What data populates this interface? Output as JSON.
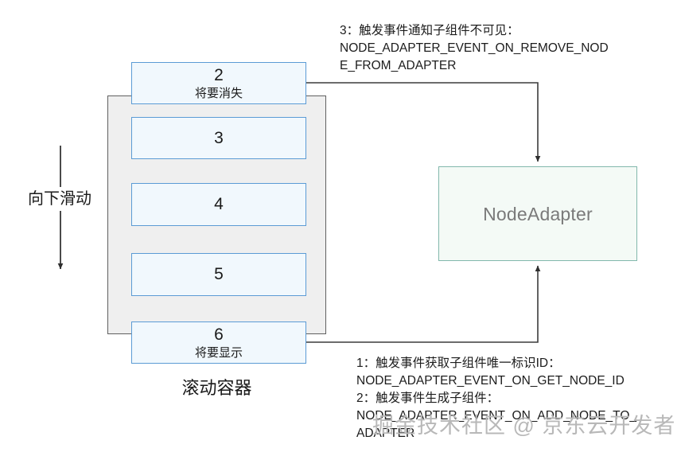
{
  "diagram": {
    "scroll_container": {
      "caption": "滚动容器",
      "items": [
        {
          "number": "2",
          "sublabel": "将要消失"
        },
        {
          "number": "3",
          "sublabel": ""
        },
        {
          "number": "4",
          "sublabel": ""
        },
        {
          "number": "5",
          "sublabel": ""
        },
        {
          "number": "6",
          "sublabel": "将要显示"
        }
      ]
    },
    "scroll_direction_label": "向下滑动",
    "adapter": {
      "label": "NodeAdapter"
    },
    "annotations": {
      "top": "3：触发事件通知子组件不可见：\nNODE_ADAPTER_EVENT_ON_REMOVE_NOD\nE_FROM_ADAPTER",
      "bottom": "1：触发事件获取子组件唯一标识ID：\nNODE_ADAPTER_EVENT_ON_GET_NODE_ID\n2：触发事件生成子组件：\nNODE_ADAPTER_EVENT_ON_ADD_NODE_TO_\nADAPTER"
    },
    "watermark": "掘金技术社区 @ 京东云开发者",
    "colors": {
      "item_border": "#5b9bd5",
      "item_fill": "#f1f8fd",
      "container_border": "#606060",
      "container_fill": "#efefef",
      "adapter_border": "#82b8ac",
      "adapter_fill": "#f4faf6",
      "adapter_text": "#7a7a7a",
      "arrow": "#3c3c3c",
      "watermark": "#b8b8b8"
    }
  }
}
